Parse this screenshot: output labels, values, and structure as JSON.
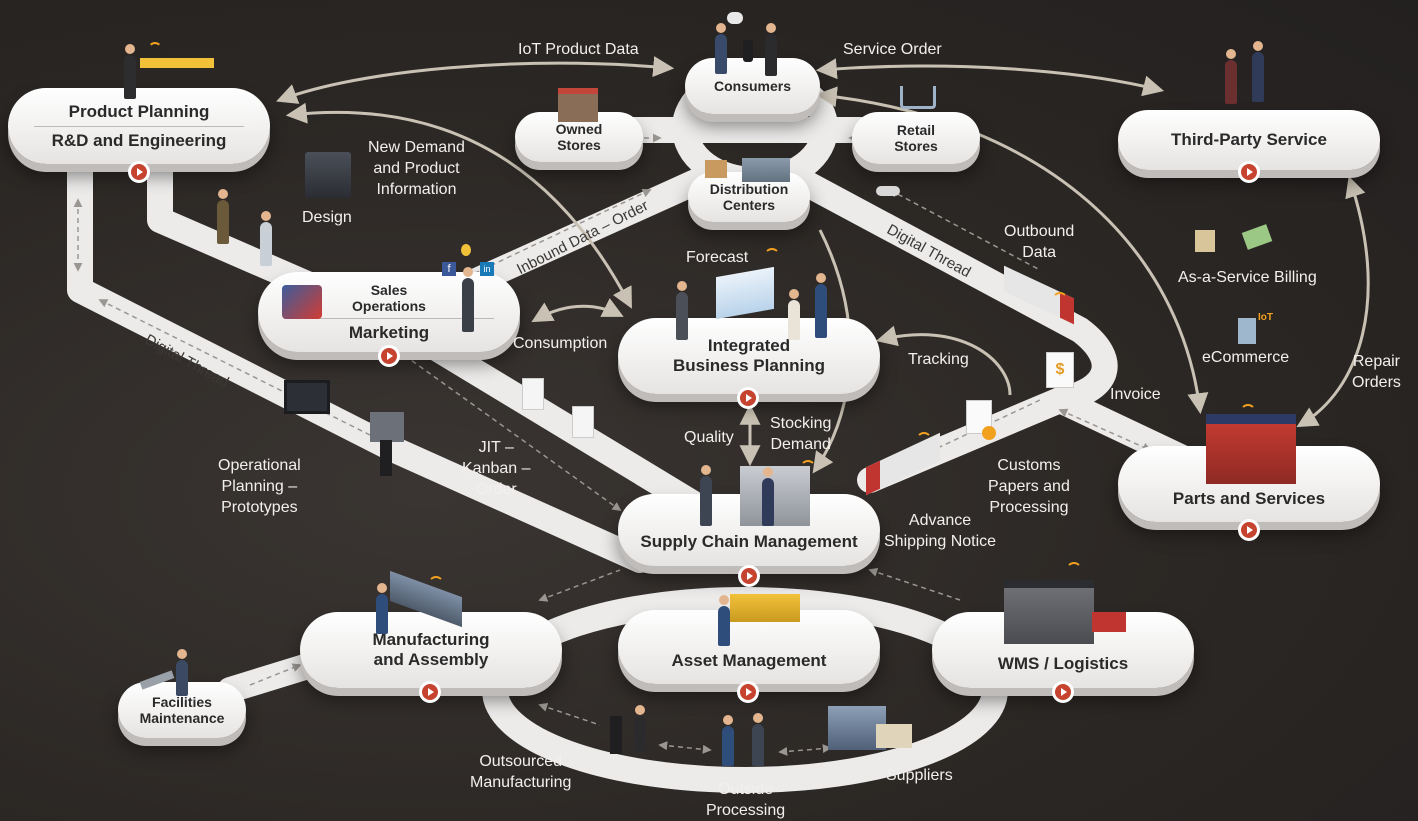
{
  "nodes": {
    "product_planning": {
      "line1": "Product Planning",
      "line2": "R&D and Engineering"
    },
    "consumers": "Consumers",
    "owned_stores": "Owned\nStores",
    "retail_stores": "Retail\nStores",
    "distribution_centers": "Distribution\nCenters",
    "third_party_service": "Third-Party Service",
    "sales_ops": {
      "line1": "Sales\nOperations",
      "line2": "Marketing"
    },
    "ibp": "Integrated\nBusiness Planning",
    "scm": "Supply Chain Management",
    "parts_services": "Parts and Services",
    "manufacturing": "Manufacturing\nand Assembly",
    "asset_mgmt": "Asset Management",
    "wms": "WMS / Logistics",
    "facilities": "Facilities\nMaintenance"
  },
  "labels": {
    "iot_product_data": "IoT Product Data",
    "service_order": "Service Order",
    "new_demand": "New Demand\nand Product\nInformation",
    "design": "Design",
    "inbound_data": "Inbound Data – Order",
    "forecast": "Forecast",
    "digital_thread_right": "Digital Thread",
    "outbound_data": "Outbound\nData",
    "as_a_service": "As-a-Service Billing",
    "ecommerce": "eCommerce",
    "repair_orders": "Repair\nOrders",
    "consumption": "Consumption",
    "tracking": "Tracking",
    "invoice": "Invoice",
    "digital_thread_left": "Digital Thread",
    "quality": "Quality",
    "stocking_demand": "Stocking\nDemand",
    "jit": "JIT –\nKanban –\nOrder",
    "operational_planning": "Operational\nPlanning –\nPrototypes",
    "customs": "Customs\nPapers and\nProcessing",
    "advance_shipping": "Advance\nShipping Notice",
    "outsourced": "Outsourced\nManufacturing",
    "outside_processing": "Outside\nProcessing",
    "suppliers": "Suppliers",
    "iot_badge": "IoT",
    "social_f": "f",
    "social_in": "in",
    "dollar": "$"
  },
  "colors": {
    "background": "#2b2724",
    "road": "#ecebea",
    "node": "#ffffff",
    "play": "#c5432f",
    "arrow": "#c9c2b4",
    "accent_orange": "#f2a11f",
    "accent_blue": "#2f5fa8"
  },
  "icons": [
    "wifi-icon",
    "play-icon",
    "truck-icon",
    "store-icon",
    "warehouse-icon",
    "laptop-icon",
    "server-icon",
    "robot-arm-icon",
    "wrench-icon",
    "document-icon",
    "dollar-icon",
    "smart-speaker-icon"
  ]
}
